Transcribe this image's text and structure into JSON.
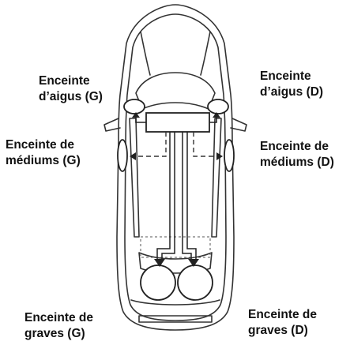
{
  "labels": {
    "tweeter_left": [
      "Enceinte",
      "d’aigus (G)"
    ],
    "tweeter_right": [
      "Enceinte",
      "d’aigus (D)"
    ],
    "mid_left": [
      "Enceinte de",
      "médiums (G)"
    ],
    "mid_right": [
      "Enceinte de",
      "médiums (D)"
    ],
    "sub_left": [
      "Enceinte de",
      "graves (G)"
    ],
    "sub_right": [
      "Enceinte de",
      "graves (D)"
    ]
  },
  "colors": {
    "line": "#222222",
    "car_outline": "#333333",
    "dashed": "#555555"
  }
}
